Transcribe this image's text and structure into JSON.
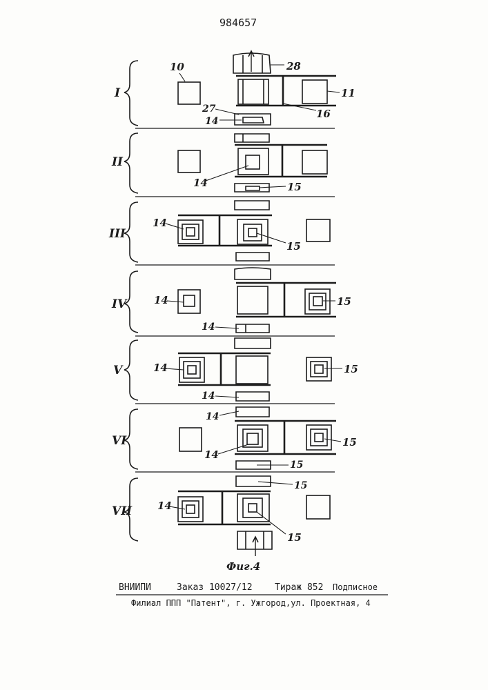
{
  "patent_number": "984657",
  "figure_caption": "Фиг.4",
  "rows": [
    {
      "numeral": "I"
    },
    {
      "numeral": "II"
    },
    {
      "numeral": "III"
    },
    {
      "numeral": "IV"
    },
    {
      "numeral": "V"
    },
    {
      "numeral": "VI"
    },
    {
      "numeral": "VII"
    }
  ],
  "labels": {
    "l10": "10",
    "l11": "11",
    "l28": "28",
    "l27": "27",
    "l16": "16",
    "l14": "14",
    "l15": "15"
  },
  "footer": {
    "org": "ВНИИПИ",
    "order": "Заказ 10027/12",
    "circulation": "Тираж 852",
    "subscription": "Подписное",
    "branch": "Филиал ППП \"Патент\", г. Ужгород,ул. Проектная, 4"
  },
  "colors": {
    "ink": "#1c1c1c",
    "paper": "#fdfdfb"
  }
}
